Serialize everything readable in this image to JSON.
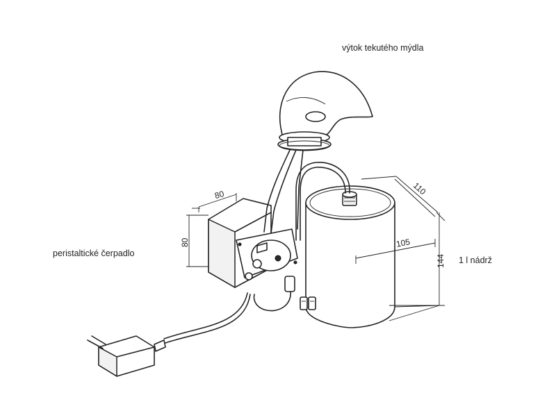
{
  "labels": {
    "soap_spout": "výtok tekutého mýdla",
    "peristaltic_pump": "peristaltické čerpadlo",
    "tank": "1 l nádrž"
  },
  "dimensions": {
    "pump_width": "80",
    "pump_height": "80",
    "tank_depth": "110",
    "tank_diameter": "105",
    "tank_height": "144"
  },
  "colors": {
    "line": "#222222",
    "background": "#ffffff"
  }
}
